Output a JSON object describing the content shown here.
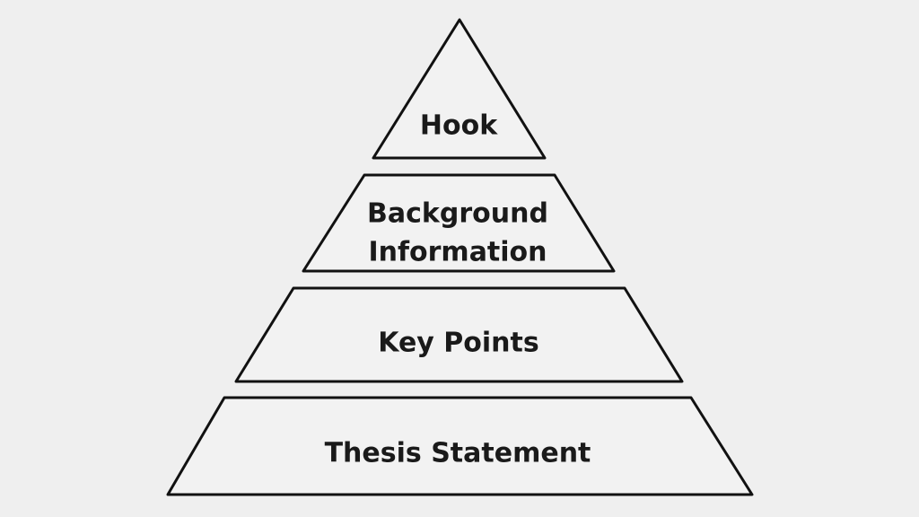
{
  "pyramid": {
    "tiers": [
      {
        "label_lines": [
          "Hook"
        ]
      },
      {
        "label_lines": [
          "Background",
          "Information"
        ]
      },
      {
        "label_lines": [
          "Key Points"
        ]
      },
      {
        "label_lines": [
          "Thesis Statement"
        ]
      }
    ]
  },
  "colors": {
    "background": "#efefef",
    "stroke": "#111111",
    "text": "#1a1a1a"
  }
}
